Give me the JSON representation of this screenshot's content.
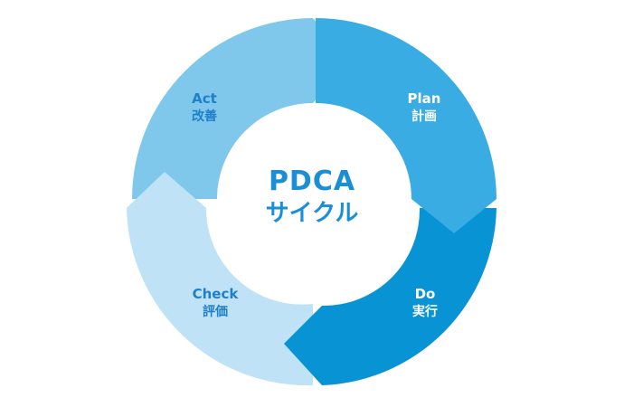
{
  "center": {
    "title": "PDCA",
    "subtitle": "サイクル"
  },
  "segments": {
    "plan": {
      "en": "Plan",
      "ja": "計画"
    },
    "do": {
      "en": "Do",
      "ja": "実行"
    },
    "check": {
      "en": "Check",
      "ja": "評価"
    },
    "act": {
      "en": "Act",
      "ja": "改善"
    }
  },
  "colors": {
    "plan": "#38ace3",
    "do": "#0893d4",
    "check": "#bfe2f6",
    "act": "#7fc8ec",
    "center_text": "#1a8fd6",
    "light_label_text": "#1f7fc8"
  }
}
